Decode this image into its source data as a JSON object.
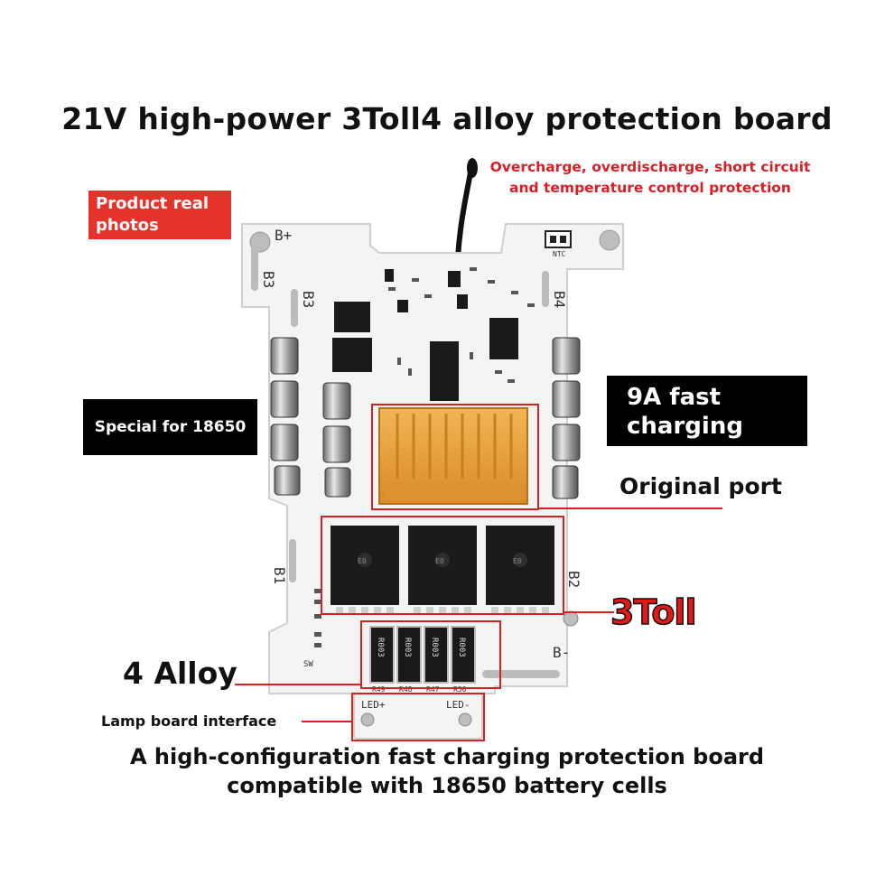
{
  "title": "21V high-power 3Toll4 alloy protection board",
  "protection_note": {
    "line1": "Overcharge, overdischarge, short circuit",
    "line2": "and temperature control protection"
  },
  "badge_real_photos": {
    "line1": "Product real",
    "line2": "photos"
  },
  "badge_18650": "Special for 18650",
  "badge_fast_charging": {
    "line1": "9A fast",
    "line2": "charging"
  },
  "label_original_port": "Original port",
  "label_3toll": "3Toll",
  "label_4_alloy": "4 Alloy",
  "label_lamp_board": "Lamp board interface",
  "footer": {
    "line1": "A high-configuration fast charging protection board",
    "line2": "compatible with 18650 battery cells"
  },
  "board_silkscreen": {
    "b_plus": "B+",
    "b_minus": "B-",
    "b1": "B1",
    "b2": "B2",
    "b3": "B3",
    "b4": "B4",
    "ntc": "NTC",
    "led_plus": "LED+",
    "led_minus": "LED-",
    "sw": "SW",
    "mosfet_code": "E0",
    "resistor_code": "R003",
    "r49": "R49",
    "r48": "R48",
    "r47": "R47",
    "r50": "R50"
  },
  "colors": {
    "accent_red": "#d81f26",
    "board_white": "#f4f4f2",
    "connector_orange": "#e9a23b"
  }
}
